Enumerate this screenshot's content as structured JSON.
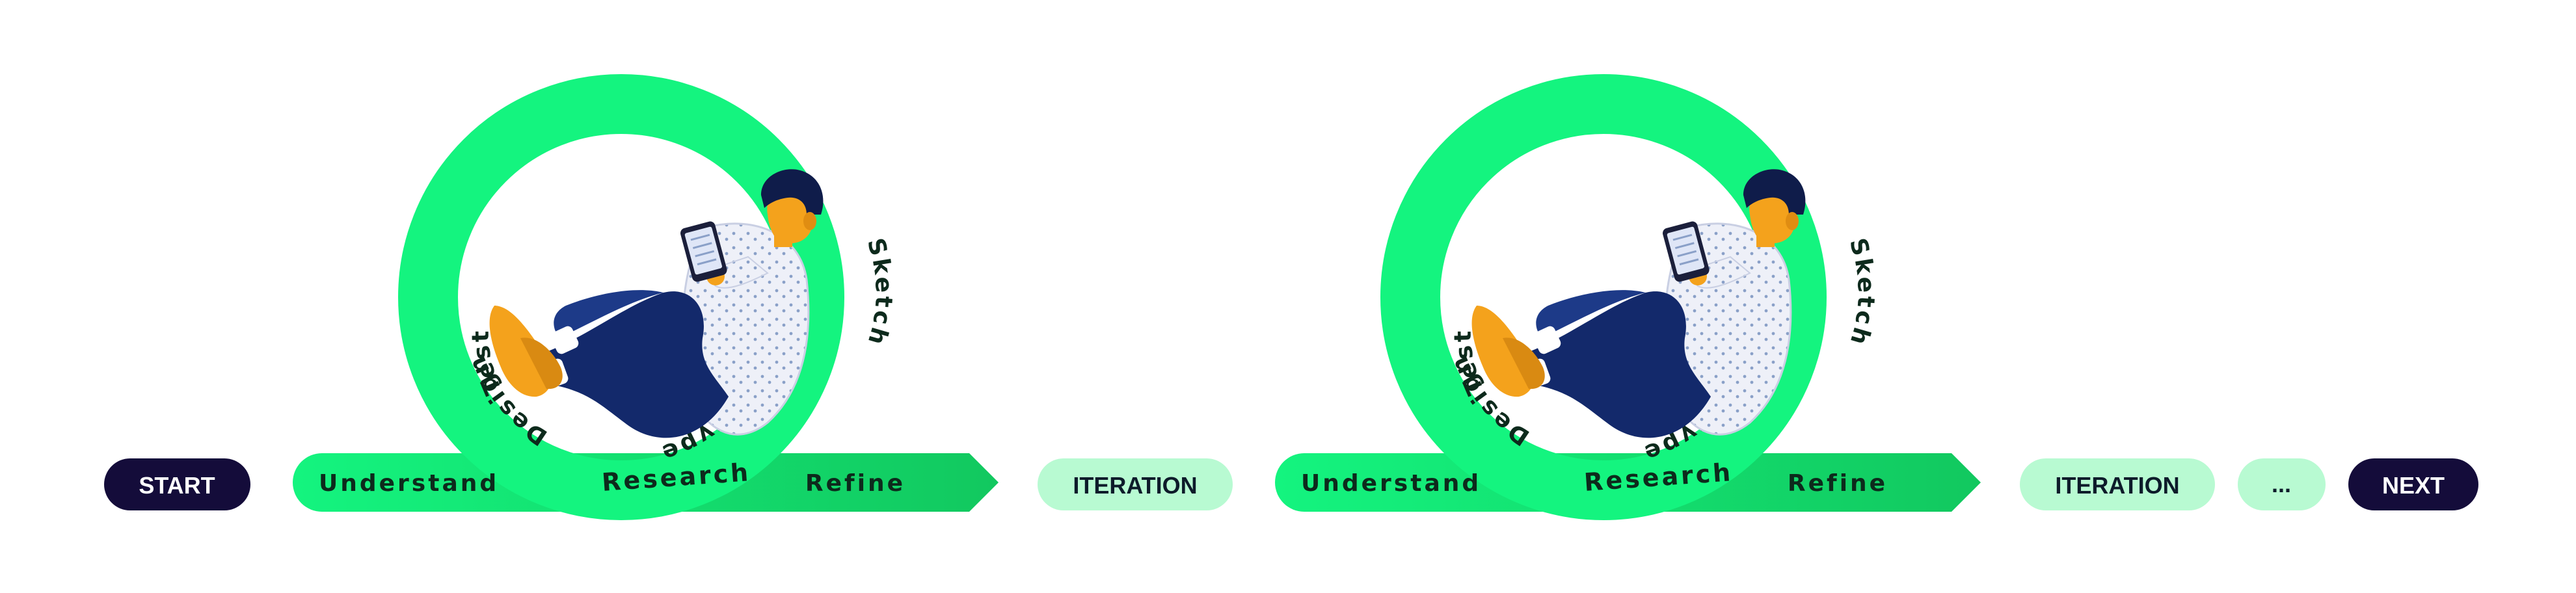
{
  "start_label": "START",
  "next_label": "NEXT",
  "ellipsis_label": "...",
  "cycles": [
    {
      "phases": [
        "Understand",
        "Research",
        "Refine"
      ],
      "ring_labels": [
        "Test",
        "Prototype",
        "Design",
        "Sketch"
      ],
      "iteration_label": "ITERATION"
    },
    {
      "phases": [
        "Understand",
        "Research",
        "Refine"
      ],
      "ring_labels": [
        "Test",
        "Prototype",
        "Design",
        "Sketch"
      ],
      "iteration_label": "ITERATION"
    }
  ],
  "colors": {
    "ring_green": "#14f47f",
    "arrow_green_light": "#14f47f",
    "arrow_green_dark": "#12c85f",
    "dark_pill": "#140c3a",
    "light_pill": "#b8fad2",
    "text_dark": "#0d2a1c",
    "pants": "#13296b",
    "shoe": "#f4a21c",
    "skin": "#f4a21c",
    "hair": "#0f1c4a",
    "shirt": "#eef0f8"
  },
  "icons": [
    "person-reading-tablet-illustration"
  ]
}
